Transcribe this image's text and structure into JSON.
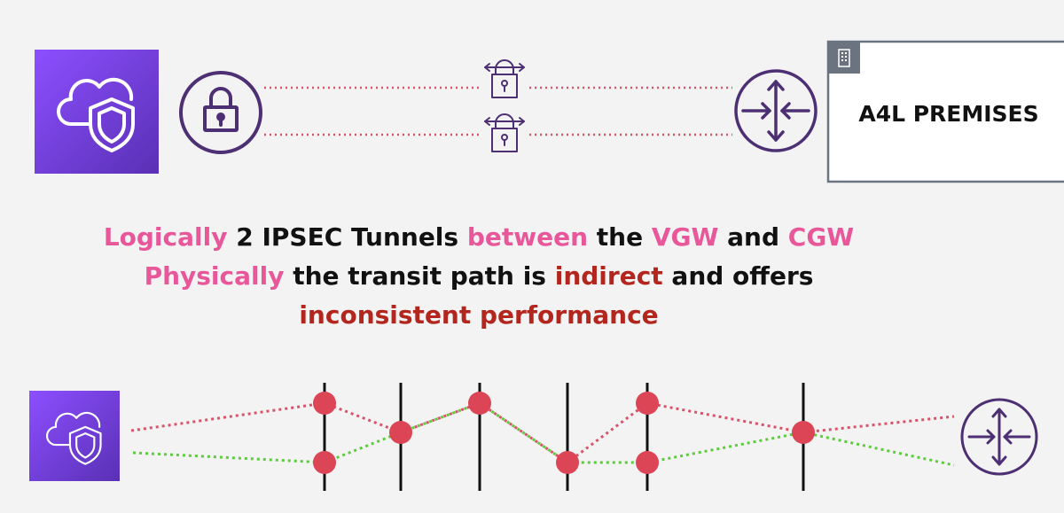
{
  "premises": {
    "label": "A4L PREMISES"
  },
  "caption": {
    "lines": [
      [
        {
          "text": "Logically",
          "style": "pink"
        },
        {
          "text": " 2 IPSEC Tunnels ",
          "style": "dark"
        },
        {
          "text": "between",
          "style": "pink"
        },
        {
          "text": " the ",
          "style": "dark"
        },
        {
          "text": "VGW",
          "style": "pink"
        },
        {
          "text": " and ",
          "style": "dark"
        },
        {
          "text": "CGW",
          "style": "pink"
        }
      ],
      [
        {
          "text": "Physically",
          "style": "pink"
        },
        {
          "text": " the transit path is ",
          "style": "dark"
        },
        {
          "text": "indirect",
          "style": "red"
        },
        {
          "text": " and offers",
          "style": "dark"
        }
      ],
      [
        {
          "text": "inconsistent performance",
          "style": "red"
        }
      ]
    ]
  },
  "icons": {
    "vpn_gateway": "cloud-shield-icon",
    "lock": "padlock-icon",
    "tunnel": "tunnel-lock-icon",
    "router": "router-icon",
    "building": "building-icon"
  },
  "colors": {
    "aws_purple_top": "#8c4fff",
    "aws_purple_bottom": "#5a30b5",
    "icon_purple": "#4d2f73",
    "tunnel_line": "#d9536b",
    "path_red": "#d9536b",
    "path_green": "#5ccc3d",
    "node": "#db4556",
    "hop_line": "#111111",
    "premises_border": "#6b7280"
  }
}
